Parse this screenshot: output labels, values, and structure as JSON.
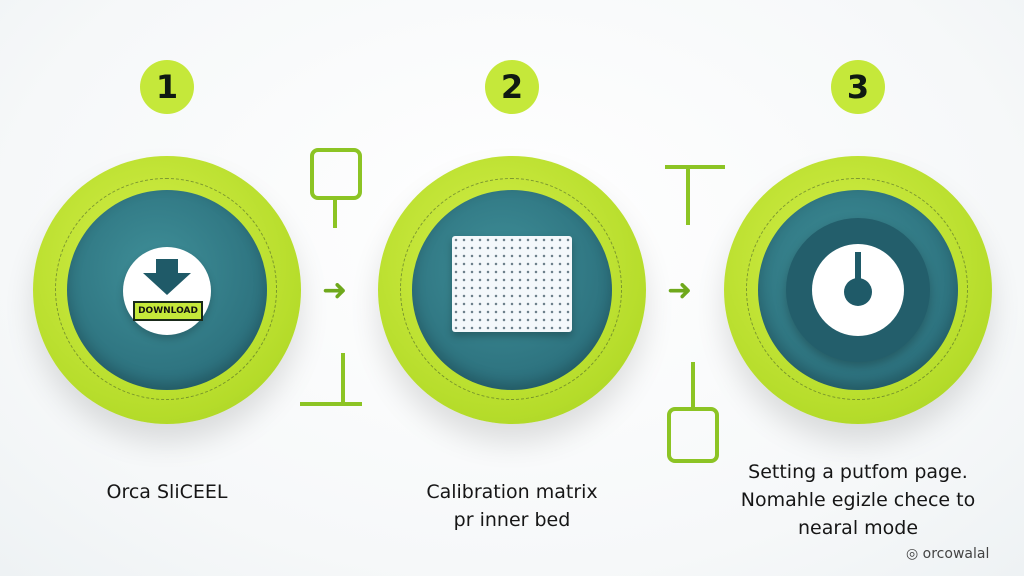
{
  "steps": [
    {
      "number": "1",
      "icon": "download-icon",
      "icon_label": "DOWNLOAD",
      "caption": [
        "Orca SliCEEL"
      ]
    },
    {
      "number": "2",
      "icon": "calibration-matrix-icon",
      "caption": [
        "Calibration matrix",
        "pr inner bed"
      ]
    },
    {
      "number": "3",
      "icon": "dial-icon",
      "caption": [
        "Setting a putfom page.",
        "Nomahle egizle chece to",
        "nearal mode"
      ]
    }
  ],
  "watermark": "orcowalal",
  "colors": {
    "lime": "#c5e83a",
    "teal": "#2a6d7a",
    "connector": "#8cc424"
  }
}
